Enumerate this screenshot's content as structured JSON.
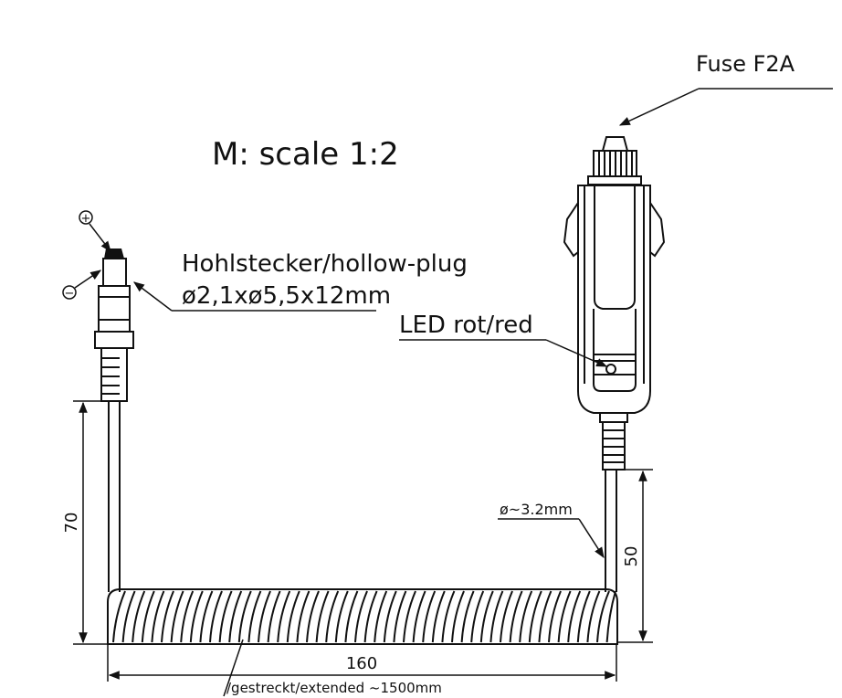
{
  "title": "M: scale 1:2",
  "labels": {
    "fuse": "Fuse F2A",
    "plug_name": "Hohlstecker/hollow-plug",
    "plug_size": "ø2,1xø5,5x12mm",
    "led": "LED rot/red",
    "cable_diameter": "ø~3.2mm",
    "extended": "/gestreckt/extended  ~1500mm",
    "plus": "+",
    "minus": "−"
  },
  "dimensions": {
    "left_height": "70",
    "right_height": "50",
    "width": "160"
  }
}
